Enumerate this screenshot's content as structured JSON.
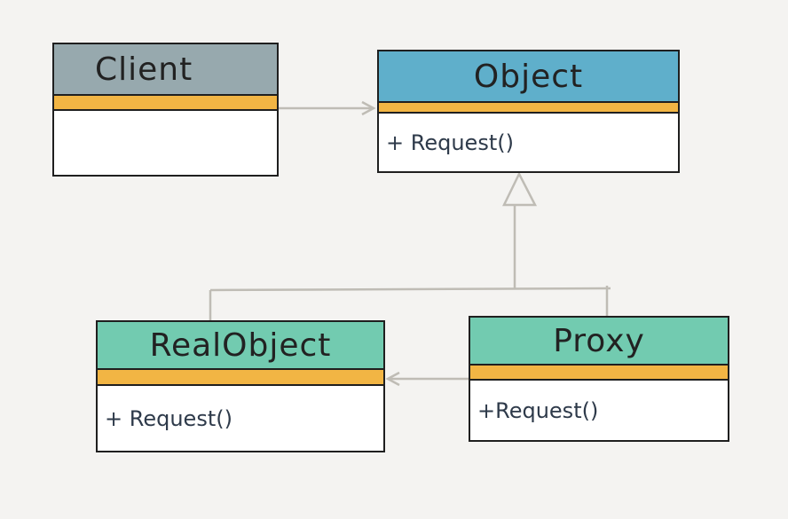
{
  "classes": {
    "client": {
      "name": "Client",
      "method": "",
      "header_color": "#97a9ae"
    },
    "object": {
      "name": "Object",
      "method": "+ Request()",
      "header_color": "#5fafcb"
    },
    "realobject": {
      "name": "RealObject",
      "method": "+ Request()",
      "header_color": "#72cbb0"
    },
    "proxy": {
      "name": "Proxy",
      "method": "+Request()",
      "header_color": "#72cbb0"
    }
  },
  "colors": {
    "divider": "#f2b544",
    "connector": "#bfbcb5",
    "border": "#1f1f1f"
  },
  "relations": [
    {
      "from": "Client",
      "to": "Object",
      "type": "association"
    },
    {
      "from": "RealObject",
      "to": "Object",
      "type": "inheritance"
    },
    {
      "from": "Proxy",
      "to": "Object",
      "type": "inheritance"
    },
    {
      "from": "Proxy",
      "to": "RealObject",
      "type": "association"
    }
  ]
}
